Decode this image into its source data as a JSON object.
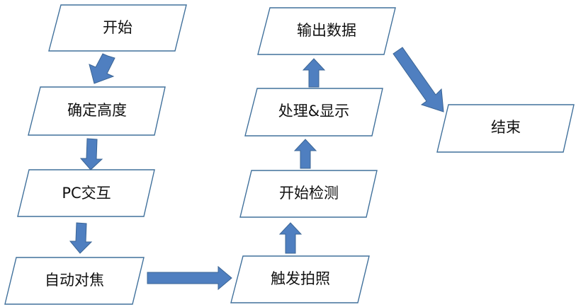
{
  "diagram": {
    "nodes": {
      "start": "开始",
      "set_height": "确定高度",
      "pc_interact": "PC交互",
      "autofocus": "自动对焦",
      "trigger_photo": "触发拍照",
      "start_detect": "开始检测",
      "process_display": "处理&显示",
      "output_data": "输出数据",
      "end": "结束"
    }
  },
  "colors": {
    "node_border": "#41719c",
    "arrow_fill": "#4f7fc0",
    "text": "#111111",
    "background": "#ffffff"
  }
}
